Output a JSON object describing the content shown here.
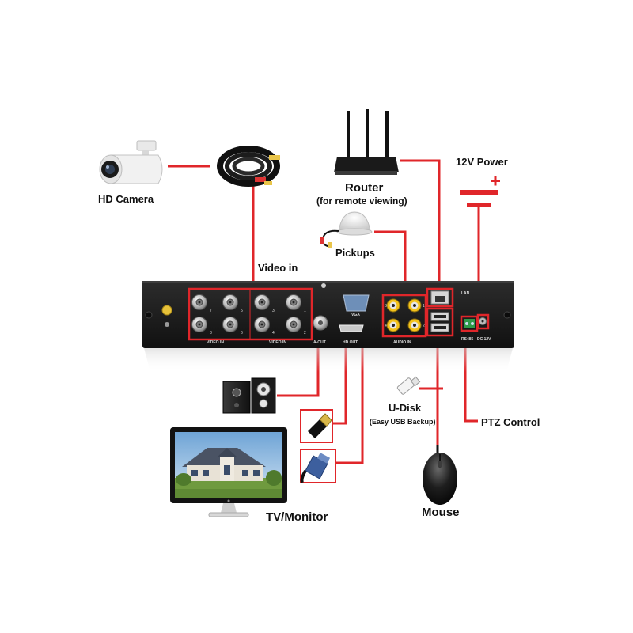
{
  "labels": {
    "hd_camera": "HD Camera",
    "router": "Router",
    "router_sub": "(for remote viewing)",
    "power": "12V Power",
    "pickups": "Pickups",
    "video_in": "Video in",
    "udisk": "U-Disk",
    "udisk_sub": "(Easy USB Backup)",
    "ptz": "PTZ Control",
    "tv_monitor": "TV/Monitor",
    "mouse": "Mouse"
  },
  "panel": {
    "video_in_1": "VIDEO IN",
    "video_in_2": "VIDEO IN",
    "a_out": "A-OUT",
    "vga": "VGA",
    "hd_out": "HD OUT",
    "audio_in": "AUDIO IN",
    "lan": "LAN",
    "rs485": "RS485",
    "dc12v": "DC 12V",
    "bnc_numbers": [
      "7",
      "5",
      "3",
      "1",
      "8",
      "6",
      "4",
      "2"
    ],
    "rca_numbers": [
      "3",
      "1",
      "4",
      "2"
    ]
  },
  "colors": {
    "wire": "#e0262a",
    "panel": "#1b1b1b",
    "accent_yellow": "#f3c21b"
  }
}
